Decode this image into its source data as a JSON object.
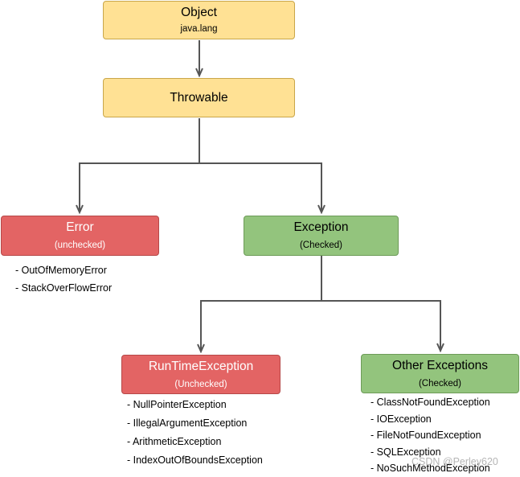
{
  "nodes": {
    "object": {
      "title": "Object",
      "subtitle": "java.lang"
    },
    "throwable": {
      "title": "Throwable"
    },
    "error": {
      "title": "Error",
      "subtitle": "(unchecked)",
      "items": [
        "- OutOfMemoryError",
        "- StackOverFlowError"
      ]
    },
    "exception": {
      "title": "Exception",
      "subtitle": "(Checked)"
    },
    "runtime": {
      "title": "RunTimeException",
      "subtitle": "(Unchecked)",
      "items": [
        "- NullPointerException",
        "- IllegalArgumentException",
        "- ArithmeticException",
        "- IndexOutOfBoundsException"
      ]
    },
    "other": {
      "title": "Other Exceptions",
      "subtitle": "(Checked)",
      "items": [
        "- ClassNotFoundException",
        "- IOException",
        "- FileNotFoundException",
        "- SQLException",
        "- NoSuchMethodException"
      ]
    }
  },
  "watermark": "CSDN @Perley620",
  "colors": {
    "yellow": "#ffe194",
    "red": "#e36464",
    "green": "#93c47d",
    "connector": "#555555"
  }
}
